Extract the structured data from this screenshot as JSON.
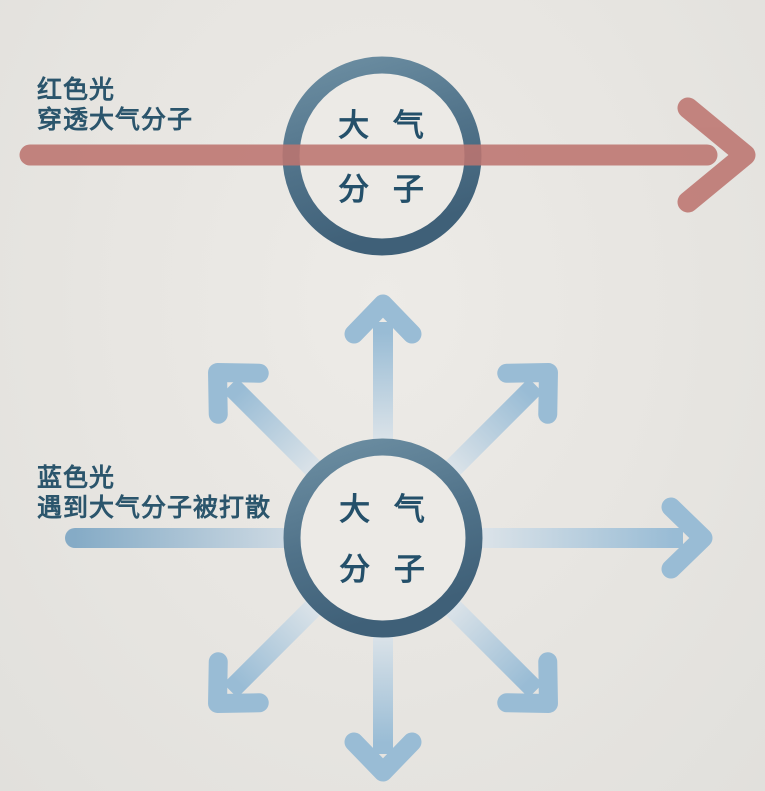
{
  "diagram_title": "Rayleigh scattering diagram",
  "colors": {
    "background": "#e7e5e1",
    "red_light_arrow": "#bd7570",
    "blue_light_arrow": "#99bcd5",
    "molecule_ring_light": "#6d8fa3",
    "molecule_ring_dark": "#3f6078",
    "label_text": "#2b556c",
    "molecule_text": "#24506a"
  },
  "top_section": {
    "label_line1": "红色光",
    "label_line2": "穿透大气分子",
    "molecule": {
      "line1": "大 气",
      "line2": "分 子"
    }
  },
  "bottom_section": {
    "label_line1": "蓝色光",
    "label_line2": "遇到大气分子被打散",
    "molecule": {
      "line1": "大 气",
      "line2": "分 子"
    }
  }
}
